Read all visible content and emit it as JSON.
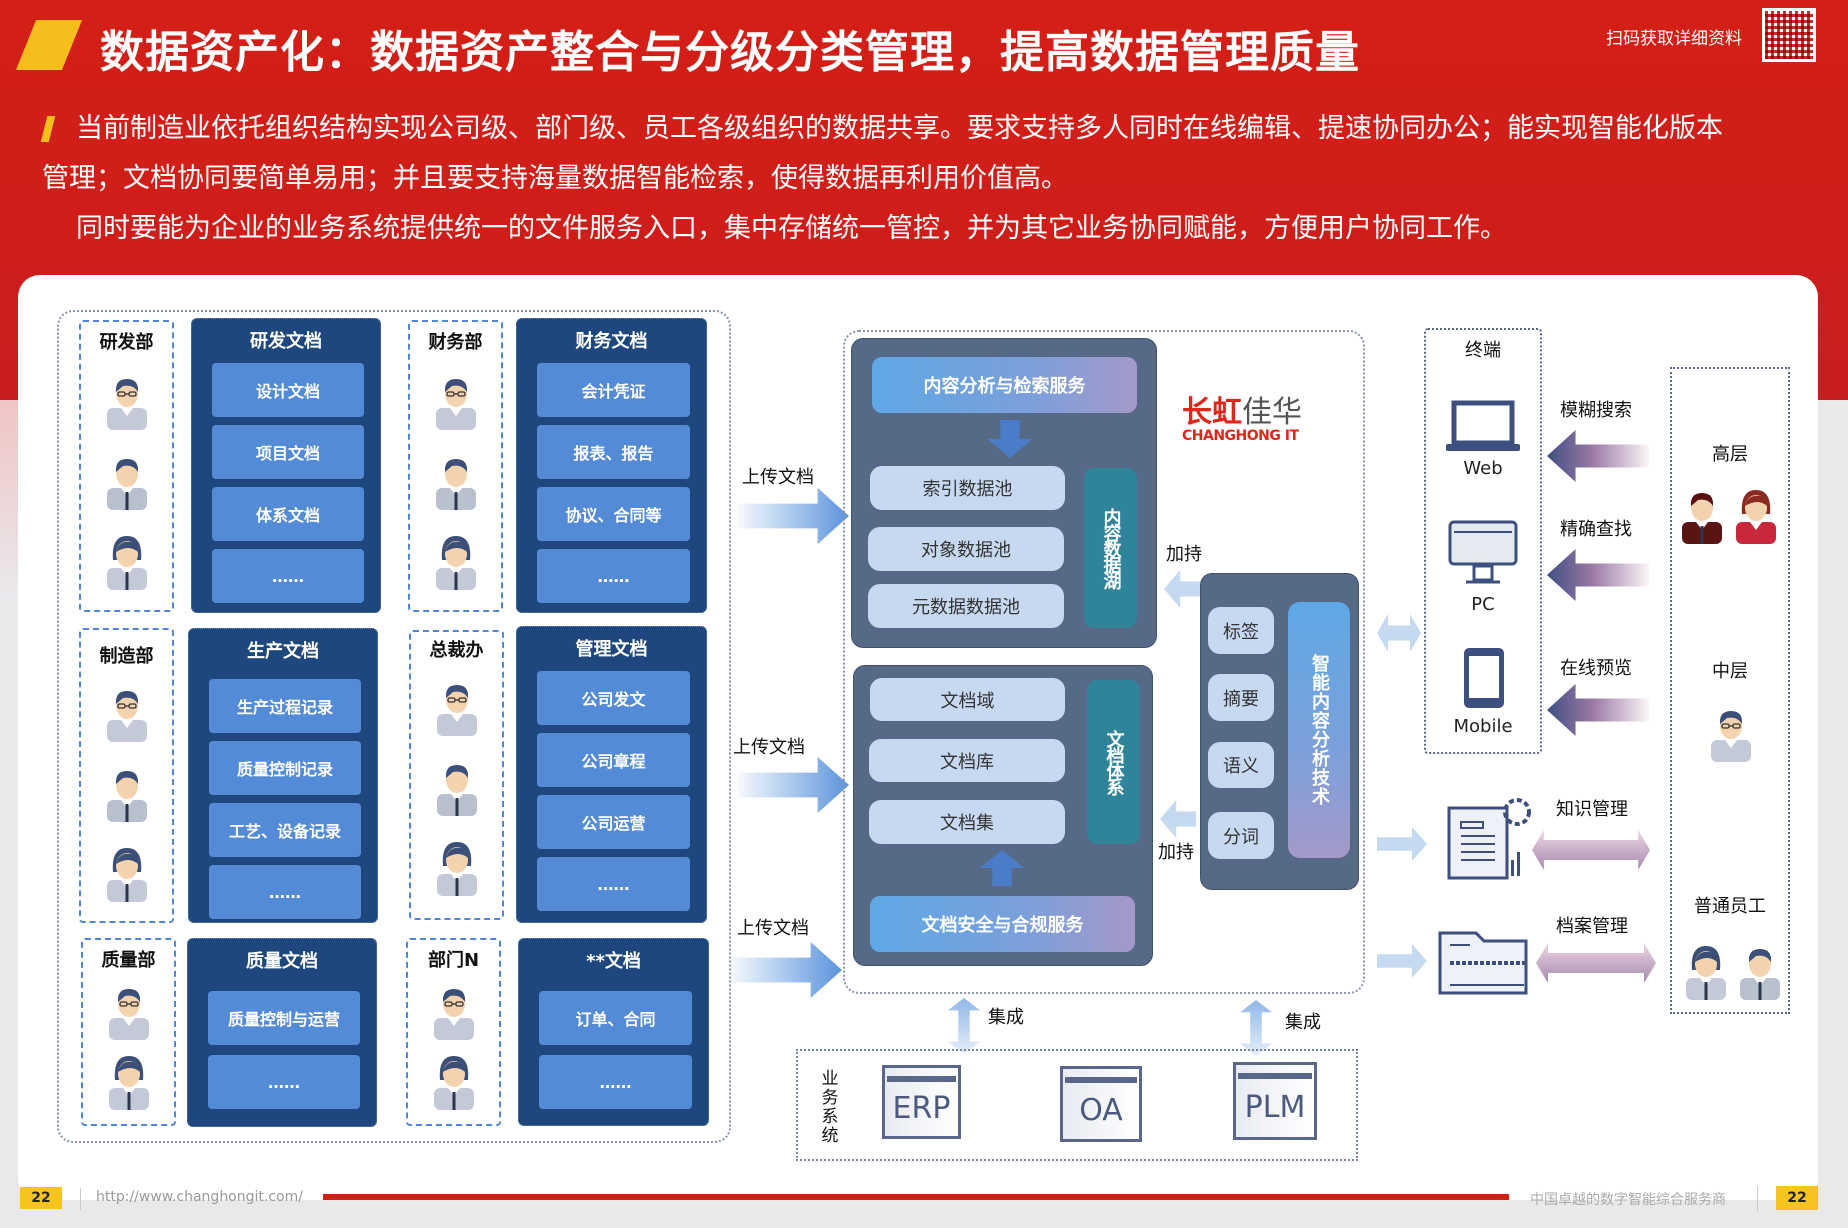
{
  "header": {
    "title": "数据资产化：数据资产整合与分级分类管理，提高数据管理质量",
    "qr_label": "扫码获取详细资料",
    "paragraph": [
      "当前制造业依托组织结构实现公司级、部门级、员工各级组织的数据共享。要求支持多人同时在线编辑、提速协同办公；能实现智能化版本",
      "管理；文档协同要简单易用；并且要支持海量数据智能检索，使得数据再利用价值高。",
      "同时要能为企业的业务系统提供统一的文件服务入口，集中存储统一管控，并为其它业务协同赋能，方便用户协同工作。"
    ]
  },
  "departments": [
    {
      "name": "研发部",
      "doc_title": "研发文档",
      "items": [
        "设计文档",
        "项目文档",
        "体系文档",
        "……"
      ]
    },
    {
      "name": "财务部",
      "doc_title": "财务文档",
      "items": [
        "会计凭证",
        "报表、报告",
        "协议、合同等",
        "……"
      ]
    },
    {
      "name": "制造部",
      "doc_title": "生产文档",
      "items": [
        "生产过程记录",
        "质量控制记录",
        "工艺、设备记录",
        "……"
      ]
    },
    {
      "name": "总裁办",
      "doc_title": "管理文档",
      "items": [
        "公司发文",
        "公司章程",
        "公司运营",
        "……"
      ]
    },
    {
      "name": "质量部",
      "doc_title": "质量文档",
      "items": [
        "质量控制与运营",
        "……"
      ]
    },
    {
      "name": "部门N",
      "doc_title": "**文档",
      "items": [
        "订单、合同",
        "……"
      ]
    }
  ],
  "upload_label": "上传文档",
  "content_panel": {
    "service": "内容分析与检索服务",
    "pools": [
      "索引数据池",
      "对象数据池",
      "元数据数据池"
    ],
    "lake": "内容数据湖"
  },
  "doc_panel": {
    "items": [
      "文档域",
      "文档库",
      "文档集"
    ],
    "system": "文档体系",
    "service": "文档安全与合规服务"
  },
  "logo": {
    "cn": "长虹佳华",
    "en": "CHANGHONG IT"
  },
  "boost_label": "加持",
  "tech_panel": {
    "tags": [
      "标签",
      "摘要",
      "语义",
      "分词"
    ],
    "title": "智能内容分析技术"
  },
  "integrate_label": "集成",
  "business": {
    "label": "业务系统",
    "systems": [
      "ERP",
      "OA",
      "PLM"
    ]
  },
  "terminal": {
    "title": "终端",
    "devices": [
      "Web",
      "PC",
      "Mobile"
    ]
  },
  "functions": [
    "模糊搜索",
    "精确查找",
    "在线预览",
    "知识管理",
    "档案管理"
  ],
  "users": {
    "levels": [
      "高层",
      "中层",
      "普通员工"
    ]
  },
  "footer": {
    "page": "22",
    "url": "http://www.changhongit.com/",
    "slogan": "中国卓越的数字智能综合服务商"
  },
  "colors": {
    "brand_red": "#d41f16",
    "accent_yellow": "#f6be1c",
    "doc_dark": "#1e477d",
    "doc_item": "#538bd7",
    "teal": "#2f8499"
  }
}
